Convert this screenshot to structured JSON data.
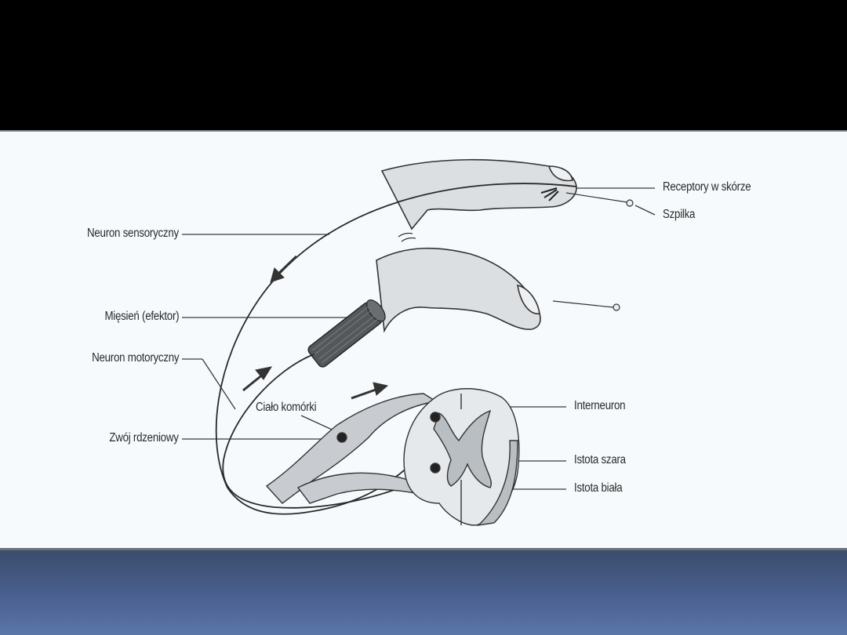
{
  "slide": {
    "colors": {
      "top_band": "#000000",
      "scan_background": "#f7fafc",
      "bottom_gradient_top": "#3b4c6c",
      "bottom_gradient_bottom": "#5a76a8",
      "line_color": "#2a2a2a",
      "tissue_light": "#dcdfe2",
      "tissue_gray": "#b9bec3",
      "muscle_dark": "#55585a"
    }
  },
  "diagram": {
    "subject": "reflex-arc",
    "labels_left": [
      {
        "id": "sensory-neuron",
        "text": "Neuron sensoryczny"
      },
      {
        "id": "muscle-effector",
        "text": "Mięsień (efektor)"
      },
      {
        "id": "motor-neuron",
        "text": "Neuron motoryczny"
      },
      {
        "id": "spinal-ganglion",
        "text": "Zwój rdzeniowy"
      }
    ],
    "labels_center": [
      {
        "id": "cell-body",
        "text": "Ciało komórki"
      }
    ],
    "labels_right": [
      {
        "id": "skin-receptors",
        "text": "Receptory w skórze"
      },
      {
        "id": "pin",
        "text": "Szpilka"
      },
      {
        "id": "interneuron",
        "text": "Interneuron"
      },
      {
        "id": "gray-matter",
        "text": "Istota szara"
      },
      {
        "id": "white-matter",
        "text": "Istota biała"
      }
    ]
  }
}
